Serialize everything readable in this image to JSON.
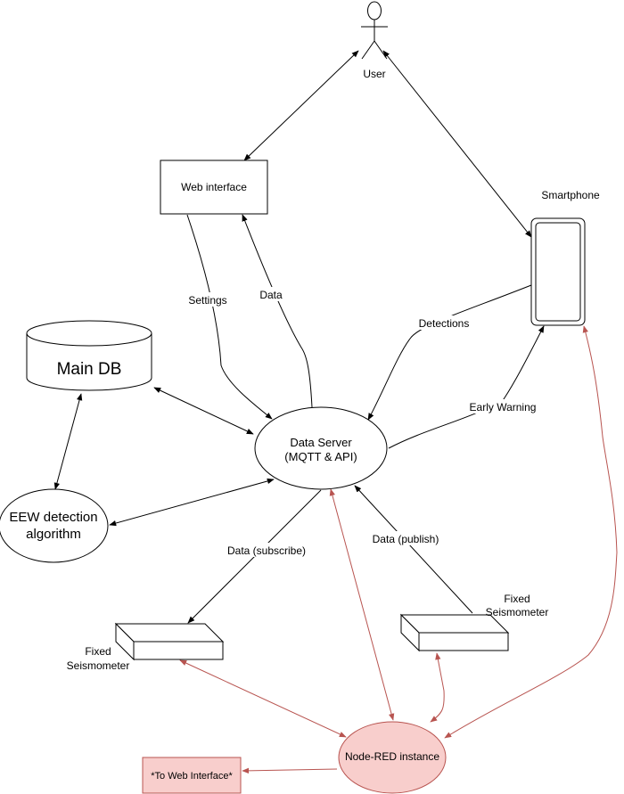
{
  "nodes": {
    "user": "User",
    "web_interface": "Web interface",
    "smartphone": "Smartphone",
    "main_db": "Main DB",
    "data_server_line1": "Data Server",
    "data_server_line2": "(MQTT & API)",
    "eew_line1": "EEW detection",
    "eew_line2": "algorithm",
    "fixed_seismometer_left_line1": "Fixed",
    "fixed_seismometer_left_line2": "Seismometer",
    "fixed_seismometer_right_line1": "Fixed",
    "fixed_seismometer_right_line2": "Seismometer",
    "node_red": "Node-RED instance",
    "to_web_interface": "*To Web Interface*"
  },
  "edges": {
    "settings": "Settings",
    "data": "Data",
    "detections": "Detections",
    "early_warning": "Early Warning",
    "data_subscribe": "Data (subscribe)",
    "data_publish": "Data (publish)"
  },
  "colors": {
    "black_line": "#000000",
    "red_line": "#b85450",
    "red_fill": "#f8cecc"
  }
}
